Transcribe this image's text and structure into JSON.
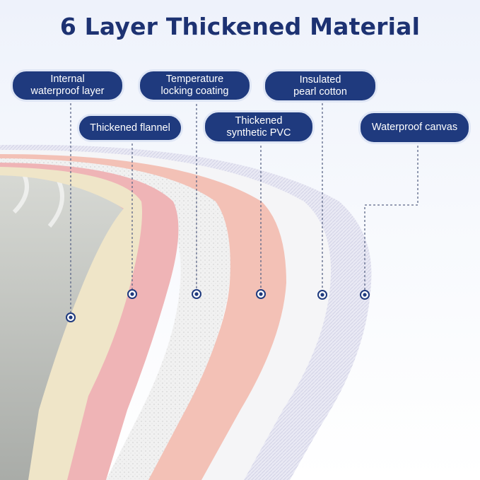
{
  "title": "6 Layer Thickened Material",
  "layers": [
    {
      "label": "Internal\nwaterproof layer",
      "color": "#efe5c8"
    },
    {
      "label": "Thickened flannel",
      "color": "#efb4b6"
    },
    {
      "label": "Temperature\nlocking coating",
      "color": "#eeeeee"
    },
    {
      "label": "Thickened\nsynthetic PVC",
      "color": "#f3c1b6"
    },
    {
      "label": "Insulated\npearl cotton",
      "color": "#f4f4f6"
    },
    {
      "label": "Waterproof canvas",
      "color": "#e6e6f2"
    }
  ],
  "colors": {
    "label_bg": "#1f3a7e",
    "title": "#1d3272"
  }
}
